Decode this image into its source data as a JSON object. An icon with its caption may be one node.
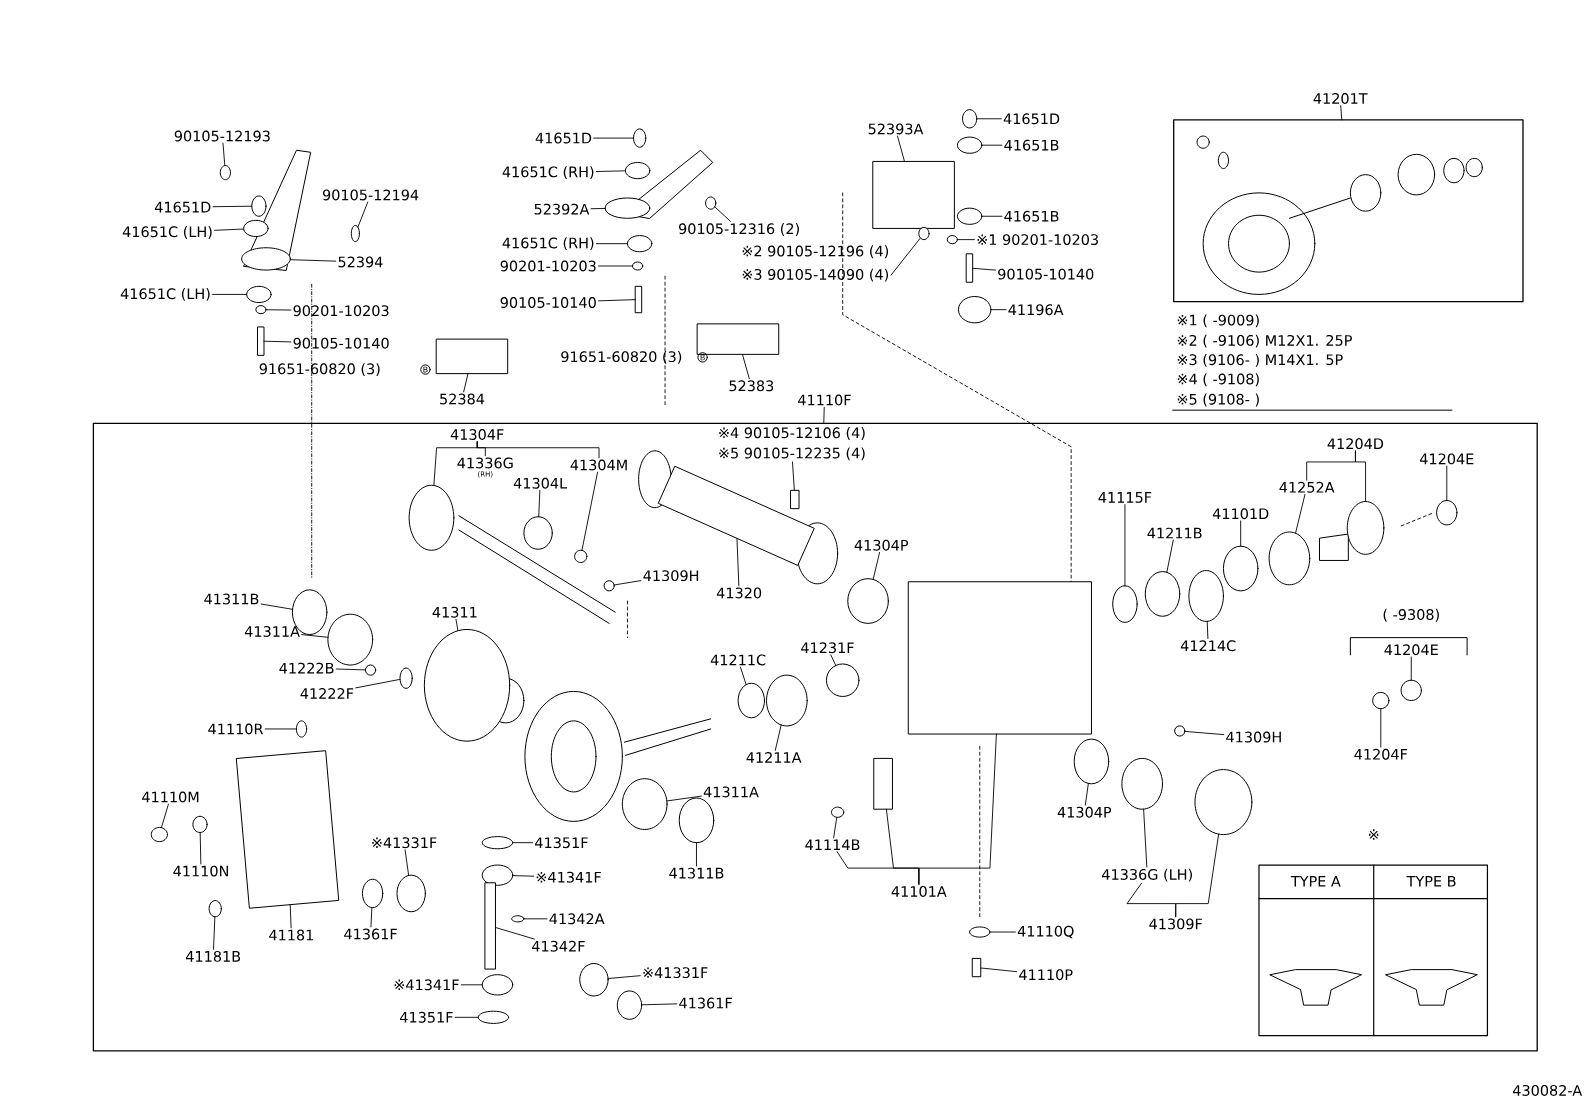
{
  "diagram": {
    "nodes": [
      {
        "text": [
          "90105-12193"
        ]
      },
      {
        "text": [
          "90105-12194"
        ]
      },
      {
        "text": [
          "41651D"
        ]
      },
      {
        "text": [
          "41651C (LH)"
        ]
      },
      {
        "text": [
          "52394"
        ]
      },
      {
        "text": [
          "41651C (LH)"
        ]
      },
      {
        "text": [
          "90201-10203"
        ]
      },
      {
        "text": [
          "90105-10140"
        ]
      },
      {
        "text": [
          "52384"
        ]
      },
      {
        "text": [
          "41651D"
        ]
      },
      {
        "text": [
          "41651C (RH)"
        ]
      },
      {
        "text": [
          "52392A"
        ]
      },
      {
        "text": [
          "90105-12316 (2)"
        ]
      },
      {
        "text": [
          "41651C (RH)"
        ]
      },
      {
        "text": [
          "90201-10203"
        ]
      },
      {
        "text": [
          "90105-10140"
        ]
      },
      {
        "text": [
          "52383"
        ]
      },
      {
        "text": [
          "52393A"
        ]
      },
      {
        "text": [
          "41651D"
        ]
      },
      {
        "text": [
          "41651B"
        ]
      },
      {
        "text": [
          "41651B"
        ]
      },
      {
        "text": [
          "※1 90201-10203"
        ]
      },
      {
        "text": [
          "※3 90105-14090 (4)"
        ]
      },
      {
        "text": [
          "90105-10140"
        ]
      },
      {
        "text": [
          "41196A"
        ]
      },
      {
        "text": [
          "41201T"
        ]
      },
      {
        "text": [],
        "shape": "box"
      },
      {
        "text": [
          "41110F"
        ]
      },
      {
        "text": [],
        "shape": "box"
      },
      {
        "text": [
          "41304L"
        ],
        "in": 28
      },
      {
        "text": [
          "41309H"
        ],
        "in": 28
      },
      {
        "text": [
          "41320"
        ],
        "in": 28
      },
      {
        "text": [
          "※5 90105-12235 (4)"
        ],
        "in": 28
      },
      {
        "text": [
          "41304P"
        ],
        "in": 28
      },
      {
        "text": [
          "41311B"
        ],
        "in": 28
      },
      {
        "text": [
          "41311A"
        ],
        "in": 28
      },
      {
        "text": [
          "41311"
        ],
        "in": 28
      },
      {
        "text": [
          "41222B"
        ],
        "in": 28
      },
      {
        "text": [
          "41222F"
        ],
        "in": 28
      },
      {
        "text": [
          "41110R"
        ],
        "in": 28
      },
      {
        "text": [
          "41110M"
        ],
        "in": 28
      },
      {
        "text": [
          "41110N"
        ],
        "in": 28
      },
      {
        "text": [
          "41181"
        ],
        "in": 28
      },
      {
        "text": [
          "41181B"
        ],
        "in": 28
      },
      {
        "text": [
          "※41331F"
        ],
        "in": 28
      },
      {
        "text": [
          "41361F"
        ],
        "in": 28
      },
      {
        "text": [
          "41351F"
        ],
        "in": 28
      },
      {
        "text": [
          "※41341F"
        ],
        "in": 28
      },
      {
        "text": [
          "41342A"
        ],
        "in": 28
      },
      {
        "text": [
          "41342F"
        ],
        "in": 28
      },
      {
        "text": [
          "※41341F"
        ],
        "in": 28
      },
      {
        "text": [
          "41351F"
        ],
        "in": 28
      },
      {
        "text": [
          "※41331F"
        ],
        "in": 28
      },
      {
        "text": [
          "41361F"
        ],
        "in": 28
      },
      {
        "text": [
          "41211C"
        ],
        "in": 28
      },
      {
        "text": [
          "41231F"
        ],
        "in": 28
      },
      {
        "text": [
          "41211A"
        ],
        "in": 28
      },
      {
        "text": [
          "41311A"
        ],
        "in": 28
      },
      {
        "text": [
          "41311B"
        ],
        "in": 28
      },
      {
        "text": [
          "41114B"
        ],
        "in": 28
      },
      {
        "text": [
          "41115F"
        ],
        "in": 28
      },
      {
        "text": [
          "41211B"
        ],
        "in": 28
      },
      {
        "text": [
          "41101D"
        ],
        "in": 28
      },
      {
        "text": [
          "41252A"
        ],
        "in": 28
      },
      {
        "text": [
          "41204E"
        ],
        "in": 28
      },
      {
        "text": [
          "41214C"
        ],
        "in": 28
      },
      {
        "text": [
          "41204F"
        ],
        "in": 28
      },
      {
        "text": [
          "41309H"
        ],
        "in": 28
      },
      {
        "text": [
          "41304P"
        ],
        "in": 28
      },
      {
        "text": [
          "41110Q"
        ],
        "in": 28
      },
      {
        "text": [
          "41110P"
        ],
        "in": 28
      },
      {
        "text": [
          "41304F"
        ],
        "in": 28
      },
      {
        "text": [
          "41336G"
        ],
        "beside": [
          "(RH)"
        ],
        "in": 28
      },
      {
        "text": [
          "41304M"
        ],
        "in": 28
      },
      {
        "text": [
          "41204D"
        ],
        "in": 28
      },
      {
        "text": [
          "41204E"
        ],
        "in": 28
      },
      {
        "text": [
          "41101A"
        ],
        "in": 28
      },
      {
        "text": [
          "41336G (LH)"
        ],
        "in": 28
      },
      {
        "text": [
          "41309F"
        ],
        "in": 28
      },
      {
        "text": [],
        "shape": "circle"
      },
      {
        "text": [],
        "shape": "circle"
      },
      {
        "text": [],
        "shape": "circle"
      },
      {
        "text": [],
        "shape": "circle"
      },
      {
        "text": [],
        "shape": "circle"
      },
      {
        "text": [],
        "shape": "circle"
      },
      {
        "text": [],
        "shape": "circle"
      },
      {
        "text": [],
        "shape": "box"
      },
      {
        "text": [],
        "shape": "box"
      },
      {
        "text": [],
        "shape": "circle"
      },
      {
        "text": [],
        "shape": "circle"
      },
      {
        "text": [],
        "shape": "circle"
      },
      {
        "text": [],
        "shape": "circle"
      },
      {
        "text": [],
        "shape": "circle"
      },
      {
        "text": [],
        "shape": "circle"
      },
      {
        "text": [],
        "shape": "box"
      },
      {
        "text": [],
        "shape": "box"
      },
      {
        "text": [],
        "shape": "box"
      },
      {
        "text": [],
        "shape": "circle"
      },
      {
        "text": [],
        "shape": "circle"
      },
      {
        "text": [],
        "shape": "circle"
      },
      {
        "text": [],
        "shape": "circle"
      },
      {
        "text": [],
        "shape": "circle"
      },
      {
        "text": [],
        "shape": "box"
      },
      {
        "text": [],
        "shape": "circle"
      },
      {
        "text": [],
        "shape": "circle",
        "in": 28
      },
      {
        "text": [],
        "shape": "circle",
        "in": 28
      },
      {
        "text": [],
        "shape": "box",
        "in": 28
      },
      {
        "text": [],
        "shape": "box",
        "in": 28
      },
      {
        "text": [],
        "shape": "circle",
        "in": 28
      },
      {
        "text": [],
        "shape": "circle",
        "in": 28
      },
      {
        "text": [],
        "shape": "circle",
        "in": 28
      },
      {
        "text": [],
        "shape": "circle",
        "in": 28
      },
      {
        "text": [],
        "shape": "circle",
        "in": 28
      },
      {
        "text": [],
        "shape": "circle",
        "in": 28
      },
      {
        "text": [],
        "shape": "circle",
        "in": 28
      },
      {
        "text": [],
        "shape": "circle",
        "in": 28
      },
      {
        "text": [],
        "shape": "circle",
        "in": 28
      },
      {
        "text": [],
        "shape": "box",
        "in": 28
      },
      {
        "text": [],
        "shape": "circle",
        "in": 28
      },
      {
        "text": [],
        "shape": "circle",
        "in": 28
      },
      {
        "text": [],
        "shape": "circle",
        "in": 28
      },
      {
        "text": [],
        "shape": "circle",
        "in": 28
      },
      {
        "text": [],
        "shape": "circle",
        "in": 28
      },
      {
        "text": [],
        "shape": "circle",
        "in": 28
      },
      {
        "text": [],
        "shape": "box",
        "in": 28
      },
      {
        "text": [],
        "shape": "circle",
        "in": 28
      },
      {
        "text": [],
        "shape": "circle",
        "in": 28
      },
      {
        "text": [],
        "shape": "circle",
        "in": 28
      },
      {
        "text": [],
        "shape": "circle",
        "in": 28
      },
      {
        "text": [],
        "shape": "circle",
        "in": 28
      },
      {
        "text": [],
        "shape": "circle",
        "in": 28
      },
      {
        "text": [],
        "shape": "circle",
        "in": 28
      },
      {
        "text": [],
        "shape": "circle",
        "in": 28
      },
      {
        "text": [],
        "shape": "circle",
        "in": 28
      },
      {
        "text": [],
        "shape": "circle",
        "in": 28
      },
      {
        "text": [],
        "shape": "circle",
        "in": 28
      },
      {
        "text": [],
        "shape": "circle",
        "in": 28
      },
      {
        "text": [],
        "shape": "circle",
        "in": 28
      },
      {
        "text": [],
        "shape": "circle",
        "in": 28
      },
      {
        "text": [],
        "shape": "circle",
        "in": 28
      },
      {
        "text": [],
        "shape": "circle",
        "in": 28
      },
      {
        "text": [],
        "shape": "circle",
        "in": 28
      },
      {
        "text": [],
        "shape": "circle",
        "in": 28
      },
      {
        "text": [],
        "shape": "circle",
        "in": 28
      },
      {
        "text": [],
        "shape": "circle",
        "in": 28
      },
      {
        "text": [],
        "shape": "box",
        "in": 28
      },
      {
        "text": [],
        "shape": "circle",
        "in": 28
      },
      {
        "text": [],
        "shape": "circle",
        "in": 28
      },
      {
        "text": [],
        "shape": "circle",
        "in": 28
      },
      {
        "text": [],
        "shape": "circle",
        "in": 28
      },
      {
        "text": [],
        "shape": "box",
        "in": 28
      },
      {
        "text": [],
        "shape": "box",
        "in": 28
      },
      {
        "text": [],
        "shape": "circle",
        "in": 28
      },
      {
        "text": [],
        "shape": "circle",
        "in": 28
      }
    ],
    "edges": [
      {
        "from": 0,
        "to": 79,
        "arrow": "none"
      },
      {
        "from": 1,
        "to": 80,
        "arrow": "none"
      },
      {
        "from": 2,
        "to": 81,
        "arrow": "none"
      },
      {
        "from": 3,
        "to": 82,
        "arrow": "none"
      },
      {
        "from": 4,
        "to": 83,
        "arrow": "none"
      },
      {
        "from": 5,
        "to": 84,
        "arrow": "none"
      },
      {
        "from": 6,
        "to": 85,
        "arrow": "none"
      },
      {
        "from": 7,
        "to": 86,
        "arrow": "none"
      },
      {
        "from": 8,
        "to": 87,
        "arrow": "none"
      },
      {
        "from": 9,
        "to": 88,
        "arrow": "none"
      },
      {
        "from": 10,
        "to": 89,
        "arrow": "none"
      },
      {
        "from": 11,
        "to": 90,
        "arrow": "none"
      },
      {
        "from": 12,
        "to": 91,
        "arrow": "none"
      },
      {
        "from": 13,
        "to": 92,
        "arrow": "none"
      },
      {
        "from": 14,
        "to": 93,
        "arrow": "none"
      },
      {
        "from": 15,
        "to": 94,
        "arrow": "none"
      },
      {
        "from": 16,
        "to": 95,
        "arrow": "none"
      },
      {
        "from": 17,
        "to": 96,
        "arrow": "none"
      },
      {
        "from": 18,
        "to": 97,
        "arrow": "none"
      },
      {
        "from": 19,
        "to": 98,
        "arrow": "none"
      },
      {
        "from": 20,
        "to": 99,
        "arrow": "none"
      },
      {
        "from": 21,
        "to": 100,
        "arrow": "none"
      },
      {
        "from": 22,
        "to": 101,
        "arrow": "none"
      },
      {
        "from": 23,
        "to": 102,
        "arrow": "none"
      },
      {
        "from": 24,
        "to": 103,
        "arrow": "none"
      },
      {
        "from": 25,
        "to": 26,
        "arrow": "none"
      },
      {
        "from": 27,
        "to": 28,
        "arrow": "none"
      },
      {
        "from": 29,
        "to": 104,
        "arrow": "none"
      },
      {
        "from": 30,
        "to": 105,
        "arrow": "none"
      },
      {
        "from": 31,
        "to": 106,
        "arrow": "none"
      },
      {
        "from": 32,
        "to": 107,
        "arrow": "none"
      },
      {
        "from": 33,
        "to": 108,
        "arrow": "none"
      },
      {
        "from": 34,
        "to": 109,
        "arrow": "none"
      },
      {
        "from": 35,
        "to": 110,
        "arrow": "none"
      },
      {
        "from": 36,
        "to": 111,
        "arrow": "none"
      },
      {
        "from": 37,
        "to": 112,
        "arrow": "none"
      },
      {
        "from": 38,
        "to": 113,
        "arrow": "none"
      },
      {
        "from": 39,
        "to": 114,
        "arrow": "none"
      },
      {
        "from": 40,
        "to": 115,
        "arrow": "none"
      },
      {
        "from": 41,
        "to": 116,
        "arrow": "none"
      },
      {
        "from": 42,
        "to": 117,
        "arrow": "none"
      },
      {
        "from": 43,
        "to": 118,
        "arrow": "none"
      },
      {
        "from": 44,
        "to": 119,
        "arrow": "none"
      },
      {
        "from": 45,
        "to": 120,
        "arrow": "none"
      },
      {
        "from": 46,
        "to": 121,
        "arrow": "none"
      },
      {
        "from": 47,
        "to": 122,
        "arrow": "none"
      },
      {
        "from": 48,
        "to": 123,
        "arrow": "none"
      },
      {
        "from": 49,
        "to": 124,
        "arrow": "none"
      },
      {
        "from": 50,
        "to": 125,
        "arrow": "none"
      },
      {
        "from": 51,
        "to": 126,
        "arrow": "none"
      },
      {
        "from": 52,
        "to": 127,
        "arrow": "none"
      },
      {
        "from": 53,
        "to": 128,
        "arrow": "none"
      },
      {
        "from": 54,
        "to": 129,
        "arrow": "none"
      },
      {
        "from": 55,
        "to": 130,
        "arrow": "none"
      },
      {
        "from": 56,
        "to": 131,
        "arrow": "none"
      },
      {
        "from": 57,
        "to": 132,
        "arrow": "none"
      },
      {
        "from": 58,
        "to": 133,
        "arrow": "none"
      },
      {
        "from": 59,
        "to": 134,
        "arrow": "none"
      },
      {
        "from": 60,
        "to": 135,
        "arrow": "none"
      },
      {
        "from": 61,
        "to": 136,
        "arrow": "none"
      },
      {
        "from": 62,
        "to": 137,
        "arrow": "none"
      },
      {
        "from": 63,
        "to": 138,
        "arrow": "none"
      },
      {
        "from": 64,
        "to": 139,
        "arrow": "none"
      },
      {
        "from": 65,
        "to": 140,
        "arrow": "none"
      },
      {
        "from": 66,
        "to": 141,
        "arrow": "none"
      },
      {
        "from": 67,
        "to": 142,
        "arrow": "none"
      },
      {
        "from": 68,
        "to": 143,
        "arrow": "none"
      },
      {
        "from": 69,
        "to": 144,
        "arrow": "none"
      },
      {
        "from": 70,
        "to": 145,
        "arrow": "none"
      },
      {
        "from": 71,
        "to": 146,
        "arrow": "none"
      },
      {
        "from": 71,
        "to": 72,
        "arrow": "none"
      },
      {
        "from": 71,
        "to": 73,
        "arrow": "none"
      },
      {
        "from": 73,
        "to": 147,
        "arrow": "none"
      },
      {
        "from": 74,
        "to": 63,
        "arrow": "none"
      },
      {
        "from": 74,
        "to": 148,
        "arrow": "none"
      },
      {
        "from": 75,
        "to": 149,
        "arrow": "none"
      },
      {
        "from": 76,
        "to": 59,
        "arrow": "none"
      },
      {
        "from": 76,
        "to": 150,
        "arrow": "none"
      },
      {
        "from": 76,
        "to": 151,
        "arrow": "none"
      },
      {
        "from": 77,
        "to": 152,
        "arrow": "none"
      },
      {
        "from": 78,
        "to": 77,
        "arrow": "none"
      },
      {
        "from": 78,
        "to": 153,
        "arrow": "none"
      }
    ],
    "labels": [
      "91651-60820 (3)",
      "B",
      "91651-60820 (3)",
      "B",
      "※2 90105-12196 (4)",
      "※1 ( -9009)",
      "※2 ( -9106) M12X1. 25P",
      "※3 (9106- ) M14X1. 5P",
      "※4 ( -9108)",
      "※5 (9108- )",
      "※4 90105-12106 (4)",
      "( -9308)",
      "※",
      "TYPE A",
      "TYPE B",
      "430082-A"
    ]
  }
}
